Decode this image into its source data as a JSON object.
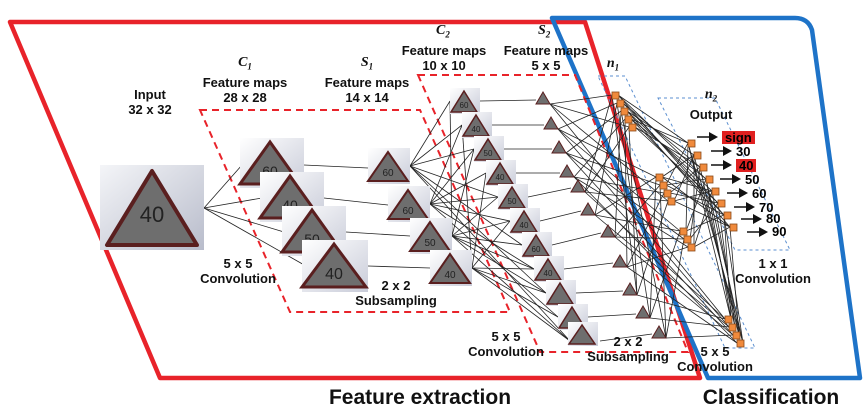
{
  "stages": {
    "input": {
      "title": "Input",
      "size": "32 x 32"
    },
    "c1": {
      "symbol": "C",
      "sub": "1",
      "title": "Feature maps",
      "size": "28 x 28"
    },
    "s1": {
      "symbol": "S",
      "sub": "1",
      "title": "Feature maps",
      "size": "14 x 14"
    },
    "c2": {
      "symbol": "C",
      "sub": "2",
      "title": "Feature maps",
      "size": "10 x 10"
    },
    "s2": {
      "symbol": "S",
      "sub": "2",
      "title": "Feature maps",
      "size": "5 x 5"
    },
    "n1": {
      "symbol": "n",
      "sub": "1"
    },
    "n2": {
      "symbol": "n",
      "sub": "2",
      "title": "Output"
    }
  },
  "operations": {
    "conv1": {
      "kernel": "5 x 5",
      "name": "Convolution"
    },
    "sub1": {
      "kernel": "2 x 2",
      "name": "Subsampling"
    },
    "conv2": {
      "kernel": "5 x 5",
      "name": "Convolution"
    },
    "sub2": {
      "kernel": "2 x 2",
      "name": "Subsampling"
    },
    "conv3": {
      "kernel": "5 x 5",
      "name": "Convolution"
    },
    "conv4": {
      "kernel": "1 x 1",
      "name": "Convolution"
    }
  },
  "sign_text": {
    "input": "40",
    "c1": [
      "60",
      "40",
      "50",
      "40"
    ],
    "s1": [
      "60",
      "60",
      "50",
      "40"
    ],
    "c2": [
      "60",
      "40",
      "50",
      "40",
      "50",
      "40",
      "60",
      "40"
    ]
  },
  "outputs": [
    {
      "label": "sign",
      "highlight": true
    },
    {
      "label": "30",
      "highlight": false
    },
    {
      "label": "40",
      "highlight": true
    },
    {
      "label": "50",
      "highlight": false
    },
    {
      "label": "60",
      "highlight": false
    },
    {
      "label": "70",
      "highlight": false
    },
    {
      "label": "80",
      "highlight": false
    },
    {
      "label": "90",
      "highlight": false
    }
  ],
  "sections": {
    "feature_extraction": {
      "label": "Feature extraction",
      "color": "#e8232a"
    },
    "classification": {
      "label": "Classification",
      "color": "#1e73c8"
    }
  },
  "colors": {
    "triangle_fill": "#6e6e6e",
    "triangle_border": "#5a1f1f",
    "neuron_fill": "#f08a3c",
    "neuron_border": "#8a4a1a",
    "arrow": "#111111"
  }
}
